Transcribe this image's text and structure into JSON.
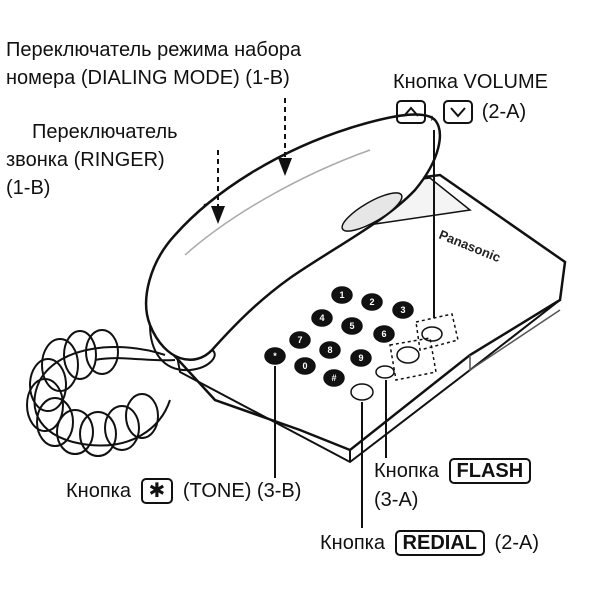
{
  "labels": {
    "dialing_mode_line1": "Переключатель режима набора",
    "dialing_mode_line2": "номера (DIALING MODE) (1-B)",
    "volume_line1": "Кнопка VOLUME",
    "volume_sep": ",",
    "volume_ref": "(2-A)",
    "ringer_line1": "Переключатель",
    "ringer_line2": "звонка (RINGER)",
    "ringer_line3": "(1-B)",
    "tone_prefix": "Кнопка",
    "tone_key": "✱",
    "tone_suffix": "(TONE) (3-B)",
    "flash_prefix": "Кнопка",
    "flash_key": "FLASH",
    "flash_ref": "(3-A)",
    "redial_prefix": "Кнопка",
    "redial_key": "REDIAL",
    "redial_ref": "(2-A)"
  },
  "brand": "Panasonic",
  "icons": {
    "volume_up": "chevron-up-icon",
    "volume_down": "chevron-down-icon",
    "tone": "asterisk-icon"
  }
}
